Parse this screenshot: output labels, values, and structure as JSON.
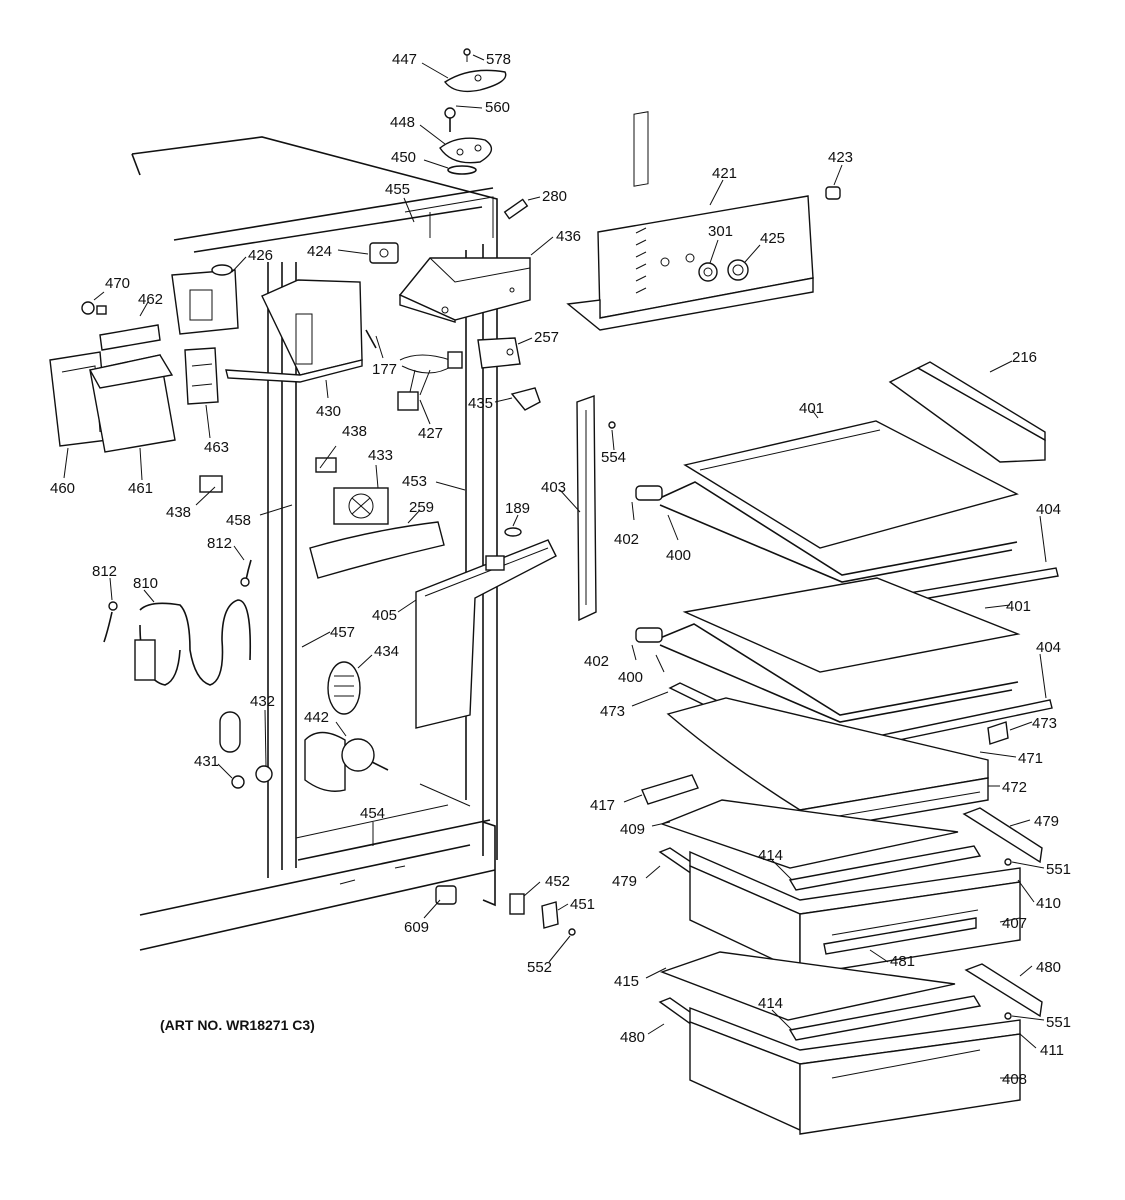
{
  "art_number": "(ART NO. WR18271 C3)",
  "parts": [
    {
      "id": "p447",
      "label": "447"
    },
    {
      "id": "p578",
      "label": "578"
    },
    {
      "id": "p448",
      "label": "448"
    },
    {
      "id": "p560",
      "label": "560"
    },
    {
      "id": "p450",
      "label": "450"
    },
    {
      "id": "p455",
      "label": "455"
    },
    {
      "id": "p280",
      "label": "280"
    },
    {
      "id": "p421",
      "label": "421"
    },
    {
      "id": "p423",
      "label": "423"
    },
    {
      "id": "p436",
      "label": "436"
    },
    {
      "id": "p301",
      "label": "301"
    },
    {
      "id": "p425",
      "label": "425"
    },
    {
      "id": "p424",
      "label": "424"
    },
    {
      "id": "p426",
      "label": "426"
    },
    {
      "id": "p470",
      "label": "470"
    },
    {
      "id": "p462",
      "label": "462"
    },
    {
      "id": "p177",
      "label": "177"
    },
    {
      "id": "p257",
      "label": "257"
    },
    {
      "id": "p430",
      "label": "430"
    },
    {
      "id": "p427",
      "label": "427"
    },
    {
      "id": "p435",
      "label": "435"
    },
    {
      "id": "p216",
      "label": "216"
    },
    {
      "id": "p401a",
      "label": "401"
    },
    {
      "id": "p463",
      "label": "463"
    },
    {
      "id": "p460",
      "label": "460"
    },
    {
      "id": "p461",
      "label": "461"
    },
    {
      "id": "p438a",
      "label": "438"
    },
    {
      "id": "p554",
      "label": "554"
    },
    {
      "id": "p433",
      "label": "433"
    },
    {
      "id": "p453",
      "label": "453"
    },
    {
      "id": "p438b",
      "label": "438"
    },
    {
      "id": "p458",
      "label": "458"
    },
    {
      "id": "p259",
      "label": "259"
    },
    {
      "id": "p189",
      "label": "189"
    },
    {
      "id": "p403",
      "label": "403"
    },
    {
      "id": "p402a",
      "label": "402"
    },
    {
      "id": "p400a",
      "label": "400"
    },
    {
      "id": "p404a",
      "label": "404"
    },
    {
      "id": "p812a",
      "label": "812"
    },
    {
      "id": "p812b",
      "label": "812"
    },
    {
      "id": "p810",
      "label": "810"
    },
    {
      "id": "p405",
      "label": "405"
    },
    {
      "id": "p401b",
      "label": "401"
    },
    {
      "id": "p457",
      "label": "457"
    },
    {
      "id": "p434",
      "label": "434"
    },
    {
      "id": "p404b",
      "label": "404"
    },
    {
      "id": "p402b",
      "label": "402"
    },
    {
      "id": "p400b",
      "label": "400"
    },
    {
      "id": "p432",
      "label": "432"
    },
    {
      "id": "p473a",
      "label": "473"
    },
    {
      "id": "p442",
      "label": "442"
    },
    {
      "id": "p473b",
      "label": "473"
    },
    {
      "id": "p471",
      "label": "471"
    },
    {
      "id": "p431",
      "label": "431"
    },
    {
      "id": "p472",
      "label": "472"
    },
    {
      "id": "p417",
      "label": "417"
    },
    {
      "id": "p454",
      "label": "454"
    },
    {
      "id": "p409",
      "label": "409"
    },
    {
      "id": "p479a",
      "label": "479"
    },
    {
      "id": "p414a",
      "label": "414"
    },
    {
      "id": "p551a",
      "label": "551"
    },
    {
      "id": "p479b",
      "label": "479"
    },
    {
      "id": "p452",
      "label": "452"
    },
    {
      "id": "p410",
      "label": "410"
    },
    {
      "id": "p451",
      "label": "451"
    },
    {
      "id": "p609",
      "label": "609"
    },
    {
      "id": "p407",
      "label": "407"
    },
    {
      "id": "p552",
      "label": "552"
    },
    {
      "id": "p481",
      "label": "481"
    },
    {
      "id": "p480a",
      "label": "480"
    },
    {
      "id": "p415",
      "label": "415"
    },
    {
      "id": "p414b",
      "label": "414"
    },
    {
      "id": "p551b",
      "label": "551"
    },
    {
      "id": "p480b",
      "label": "480"
    },
    {
      "id": "p411",
      "label": "411"
    },
    {
      "id": "p408",
      "label": "408"
    }
  ]
}
